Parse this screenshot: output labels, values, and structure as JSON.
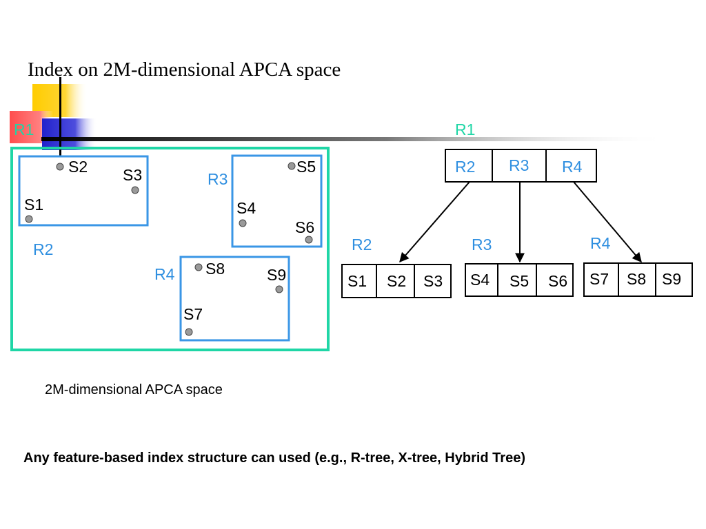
{
  "slide": {
    "title": "Index on 2M-dimensional APCA space",
    "caption": "2M-dimensional APCA space",
    "note": "Any feature-based index structure can used (e.g., R-tree, X-tree, Hybrid Tree)"
  },
  "colors": {
    "root_region": "#1fd6a6",
    "sub_region": "#3a96e6",
    "point": "#9a9a9a",
    "tree_region_label": "#2f8fe0"
  },
  "space": {
    "root_label": "R1",
    "regions": [
      {
        "label": "R2",
        "points": [
          "S1",
          "S2",
          "S3"
        ]
      },
      {
        "label": "R3",
        "points": [
          "S4",
          "S5",
          "S6"
        ]
      },
      {
        "label": "R4",
        "points": [
          "S7",
          "S8",
          "S9"
        ]
      }
    ]
  },
  "tree": {
    "root_label": "R1",
    "root_entries": [
      "R2",
      "R3",
      "R4"
    ],
    "leaves": [
      {
        "label": "R2",
        "entries": [
          "S1",
          "S2",
          "S3"
        ]
      },
      {
        "label": "R3",
        "entries": [
          "S4",
          "S5",
          "S6"
        ]
      },
      {
        "label": "R4",
        "entries": [
          "S7",
          "S8",
          "S9"
        ]
      }
    ]
  }
}
